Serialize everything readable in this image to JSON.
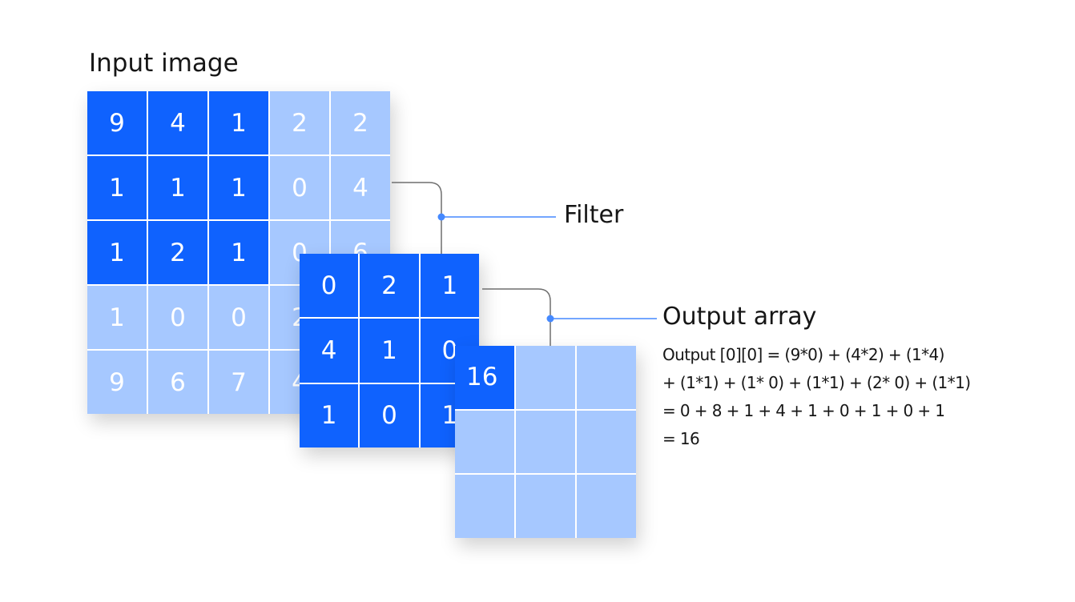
{
  "input": {
    "title": "Input image",
    "rows": [
      [
        {
          "v": "9",
          "d": true
        },
        {
          "v": "4",
          "d": true
        },
        {
          "v": "1",
          "d": true
        },
        {
          "v": "2",
          "d": false
        },
        {
          "v": "2",
          "d": false
        }
      ],
      [
        {
          "v": "1",
          "d": true
        },
        {
          "v": "1",
          "d": true
        },
        {
          "v": "1",
          "d": true
        },
        {
          "v": "0",
          "d": false
        },
        {
          "v": "4",
          "d": false
        }
      ],
      [
        {
          "v": "1",
          "d": true
        },
        {
          "v": "2",
          "d": true
        },
        {
          "v": "1",
          "d": true
        },
        {
          "v": "0",
          "d": false
        },
        {
          "v": "6",
          "d": false
        }
      ],
      [
        {
          "v": "1",
          "d": false
        },
        {
          "v": "0",
          "d": false
        },
        {
          "v": "0",
          "d": false
        },
        {
          "v": "2",
          "d": false
        },
        {
          "v": "",
          "d": false
        }
      ],
      [
        {
          "v": "9",
          "d": false
        },
        {
          "v": "6",
          "d": false
        },
        {
          "v": "7",
          "d": false
        },
        {
          "v": "4",
          "d": false
        },
        {
          "v": "",
          "d": false
        }
      ]
    ]
  },
  "filter": {
    "label": "Filter",
    "rows": [
      [
        "0",
        "2",
        "1"
      ],
      [
        "4",
        "1",
        "0"
      ],
      [
        "1",
        "0",
        "1"
      ]
    ]
  },
  "output": {
    "title": "Output array",
    "rows": [
      [
        {
          "v": "16",
          "d": true
        },
        {
          "v": "",
          "d": false
        },
        {
          "v": "",
          "d": false
        }
      ],
      [
        {
          "v": "",
          "d": false
        },
        {
          "v": "",
          "d": false
        },
        {
          "v": "",
          "d": false
        }
      ],
      [
        {
          "v": "",
          "d": false
        },
        {
          "v": "",
          "d": false
        },
        {
          "v": "",
          "d": false
        }
      ]
    ],
    "equation": [
      "Output [0][0] = (9*0) + (4*2) + (1*4)",
      "+ (1*1) + (1* 0) + (1*1) + (2* 0) + (1*1)",
      "= 0 + 8 + 1 + 4 + 1 + 0 + 1 + 0 + 1",
      "= 16"
    ]
  },
  "colors": {
    "dark_cell": "#0f62fe",
    "light_cell": "#a6c8ff",
    "connector_gray": "#6f6f6f",
    "connector_blue": "#4589ff",
    "text": "#161616"
  }
}
